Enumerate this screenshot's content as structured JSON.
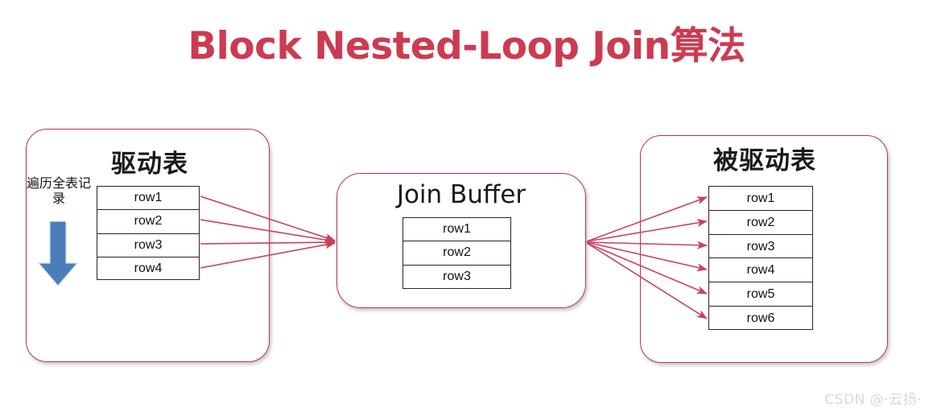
{
  "title": "Block Nested-Loop Join算法",
  "colors": {
    "title_red": "#cc3b52",
    "panel_border": "#bb3355",
    "arrow_red": "#c9415c",
    "blue_arrow": "#4a7ebb",
    "table_border": "#262626",
    "watermark": "#d9d9d9"
  },
  "driving_table": {
    "panel_title": "驱动表",
    "traverse_label": "遍历全表记录",
    "arrow_icon": "blue-down-arrow",
    "rows": [
      "row1",
      "row2",
      "row3",
      "row4"
    ]
  },
  "join_buffer": {
    "panel_title": "Join Buffer",
    "rows": [
      "row1",
      "row2",
      "row3"
    ]
  },
  "driven_table": {
    "panel_title": "被驱动表",
    "rows": [
      "row1",
      "row2",
      "row3",
      "row4",
      "row5",
      "row6"
    ]
  },
  "watermark": "CSDN @·云扬·"
}
